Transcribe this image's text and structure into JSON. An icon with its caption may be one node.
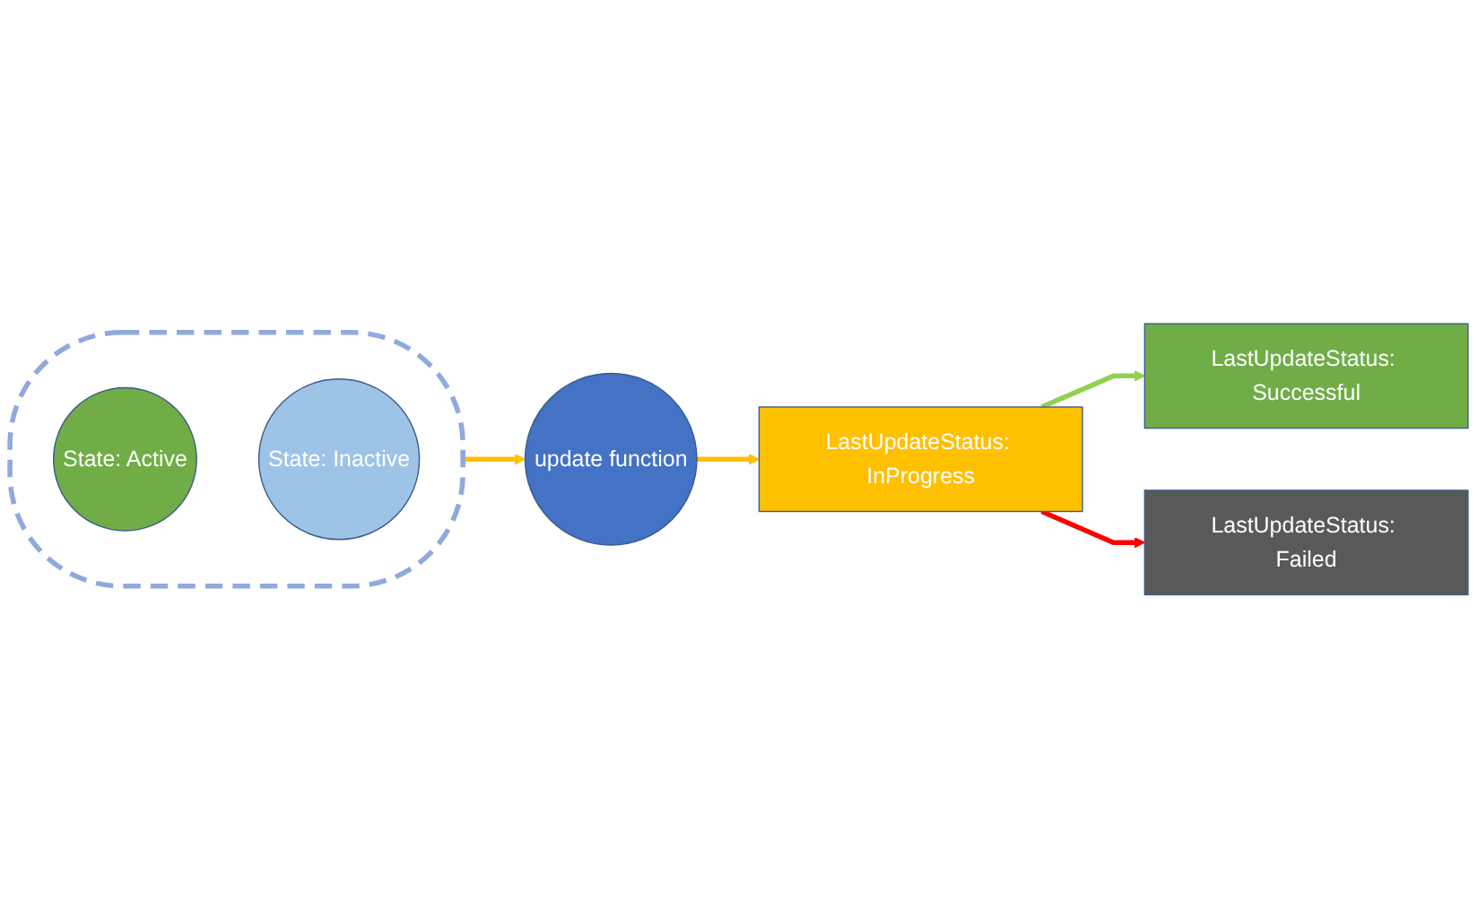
{
  "diagram": {
    "nodes": [
      {
        "text": [
          "update function"
        ]
      },
      {
        "text": [
          "LastUpdateStatus: InProgress"
        ]
      },
      {
        "text": [
          "LastUpdateStatus: Successful"
        ]
      },
      {
        "text": [
          "LastUpdateStatus: Failed"
        ]
      },
      {
        "text": [],
        "shape": "ellipse"
      },
      {
        "text": [
          "State: Active"
        ],
        "in": 4
      },
      {
        "text": [
          "State: Inactive"
        ],
        "in": 4
      }
    ],
    "edges": [
      {
        "from": 4,
        "to": 0,
        "arrow": "to",
        "color": "#ffc000"
      },
      {
        "from": 0,
        "to": 1,
        "arrow": "to",
        "color": "#ffc000"
      },
      {
        "from": 1,
        "to": 2,
        "arrow": "to",
        "color": "#92d050"
      },
      {
        "from": 1,
        "to": 3,
        "arrow": "to",
        "color": "#ff0000"
      }
    ]
  }
}
